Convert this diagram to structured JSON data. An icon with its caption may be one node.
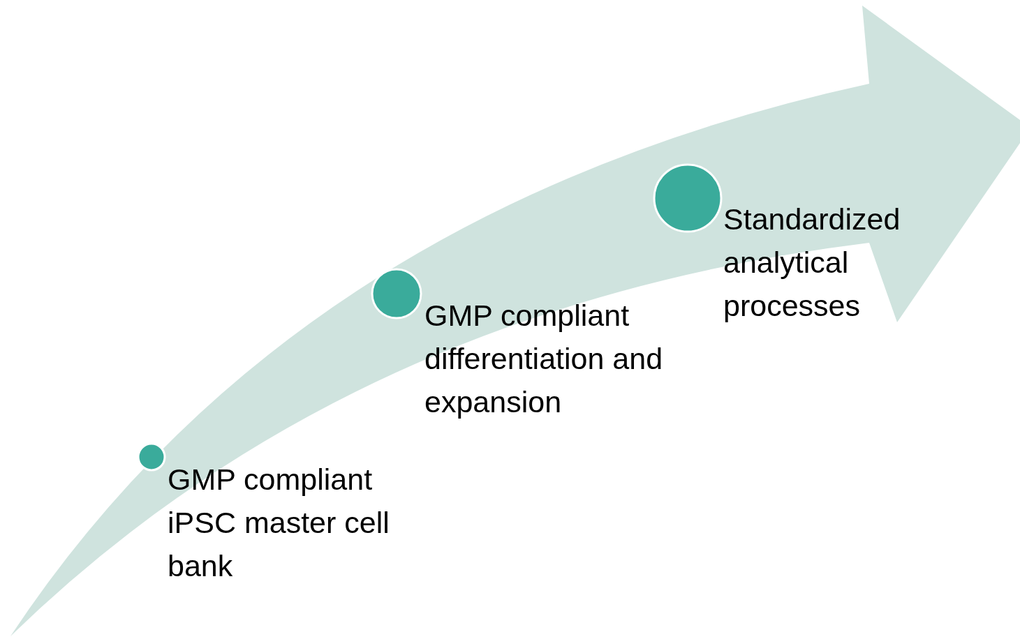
{
  "diagram": {
    "nodes": [
      {
        "text": [],
        "shape": "circle",
        "beside": [
          "GMP compliant iPSC master cell bank"
        ]
      },
      {
        "text": [],
        "shape": "circle",
        "beside": [
          "GMP compliant differentiation and expansion"
        ]
      },
      {
        "text": [],
        "shape": "circle",
        "beside": [
          "Standardized analytical processes"
        ]
      }
    ]
  }
}
